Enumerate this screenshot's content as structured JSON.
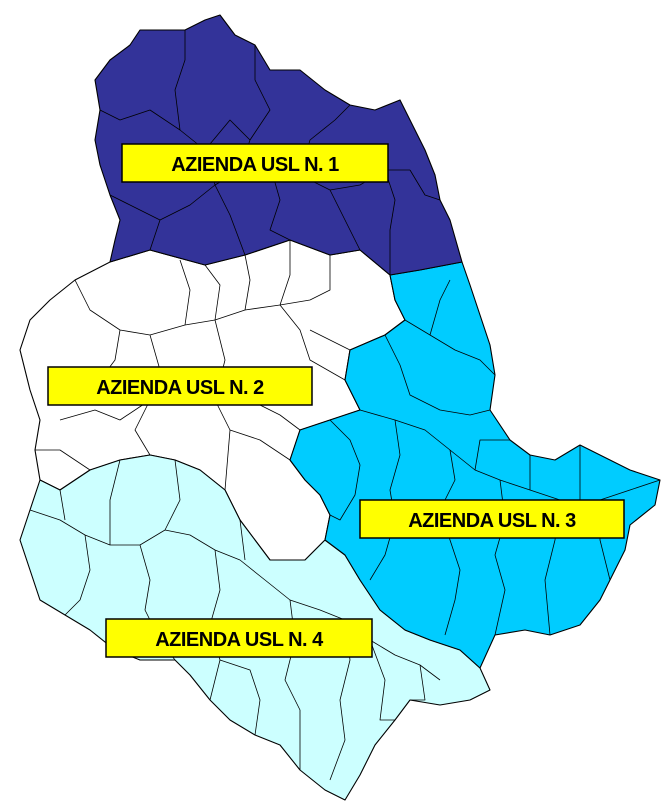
{
  "map": {
    "colors": {
      "usl1": "#333399",
      "usl2": "#ffffff",
      "usl3": "#00ccff",
      "usl4": "#ccffff",
      "label_bg": "#ffff00",
      "outline": "#000000"
    },
    "labels": {
      "usl1": "AZIENDA USL N. 1",
      "usl2": "AZIENDA USL N. 2",
      "usl3": "AZIENDA USL N. 3",
      "usl4": "AZIENDA USL N. 4"
    }
  }
}
